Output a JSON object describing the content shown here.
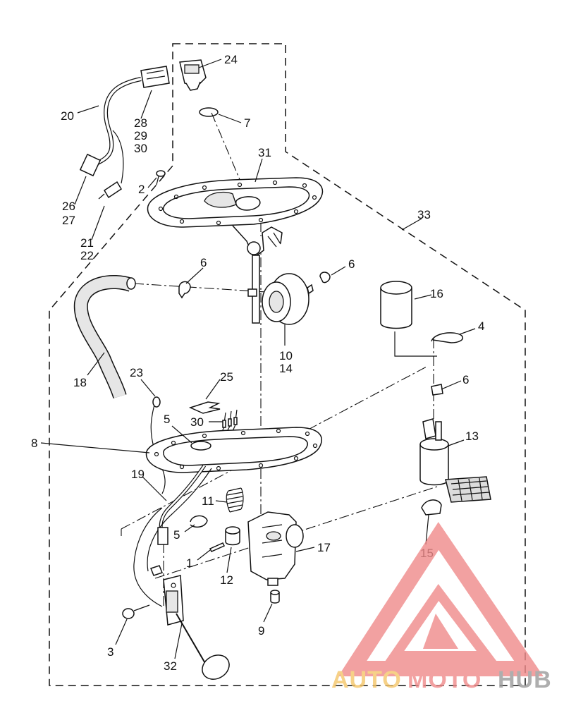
{
  "callouts": [
    {
      "id": "c24",
      "text": "24"
    },
    {
      "id": "c7",
      "text": "7"
    },
    {
      "id": "c20",
      "text": "20"
    },
    {
      "id": "c28",
      "text": "28"
    },
    {
      "id": "c29",
      "text": "29"
    },
    {
      "id": "c30a",
      "text": "30"
    },
    {
      "id": "c31",
      "text": "31"
    },
    {
      "id": "c2",
      "text": "2"
    },
    {
      "id": "c26",
      "text": "26"
    },
    {
      "id": "c27",
      "text": "27"
    },
    {
      "id": "c33",
      "text": "33"
    },
    {
      "id": "c21",
      "text": "21"
    },
    {
      "id": "c22",
      "text": "22"
    },
    {
      "id": "c6a",
      "text": "6"
    },
    {
      "id": "c6b",
      "text": "6"
    },
    {
      "id": "c16",
      "text": "16"
    },
    {
      "id": "c4",
      "text": "4"
    },
    {
      "id": "c10",
      "text": "10"
    },
    {
      "id": "c14",
      "text": "14"
    },
    {
      "id": "c18",
      "text": "18"
    },
    {
      "id": "c23",
      "text": "23"
    },
    {
      "id": "c25",
      "text": "25"
    },
    {
      "id": "c6c",
      "text": "6"
    },
    {
      "id": "c5a",
      "text": "5"
    },
    {
      "id": "c30b",
      "text": "30"
    },
    {
      "id": "c13",
      "text": "13"
    },
    {
      "id": "c8",
      "text": "8"
    },
    {
      "id": "c19",
      "text": "19"
    },
    {
      "id": "c11",
      "text": "11"
    },
    {
      "id": "c5b",
      "text": "5"
    },
    {
      "id": "c17",
      "text": "17"
    },
    {
      "id": "c15",
      "text": "15"
    },
    {
      "id": "c1",
      "text": "1"
    },
    {
      "id": "c12",
      "text": "12"
    },
    {
      "id": "c9",
      "text": "9"
    },
    {
      "id": "c3",
      "text": "3"
    },
    {
      "id": "c32",
      "text": "32"
    }
  ],
  "watermark": {
    "part1": "AUTO",
    "part2": "MOTO",
    "part3": "HUB",
    "colors": {
      "triangle": "#f08a8a",
      "auto": "#f5c66a",
      "moto": "#f08a8a",
      "hub": "#9a9a9a"
    }
  }
}
